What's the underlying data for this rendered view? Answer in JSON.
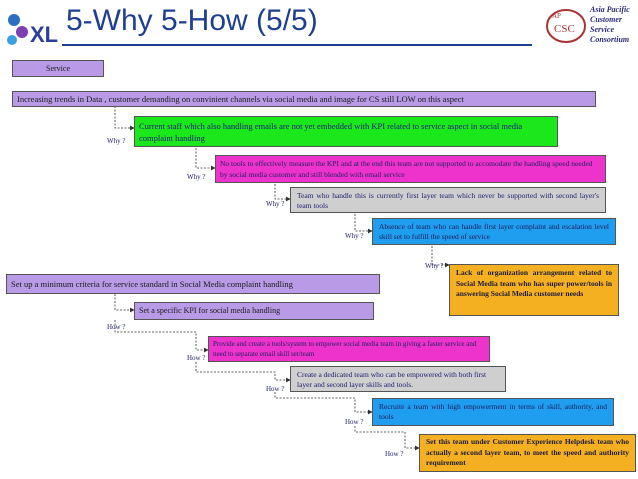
{
  "header": {
    "title": "5-Why 5-How (5/5)",
    "logo_right": {
      "small": "AP",
      "main": "CSC",
      "lines": [
        "Asia Pacific",
        "Customer",
        "Service",
        "Consortium"
      ]
    }
  },
  "service_label": "Service",
  "problem": "Increasing trends in Data , customer demanding on convinient channels via social media and image for CS still LOW on this aspect",
  "why_steps": [
    {
      "question": "Why ?",
      "answer": "Current staff which also handling emails are not yet embedded with KPI related to service aspect in social media complaint handling"
    },
    {
      "question": "Why ?",
      "answer": "No tools to effectively measure the KPI and at the end this team are not supported to accomodate the handling speed needed by social media customer and still blended with email service"
    },
    {
      "question": "Why ?",
      "answer": "Team who handle this is currently first layer team which never be supported with second layer's team tools"
    },
    {
      "question": "Why ?",
      "answer": "Absence of team who can handle first layer complaint and escalation level skill set to fulfill the speed of service"
    },
    {
      "question": "Why ?",
      "answer": "Lack of organization arrangement related to Social Media team who has super power/tools in answering Social Media customer needs"
    }
  ],
  "objective": "Set up a minimum criteria for service standard  in Social Media complaint handling",
  "first_how": "Set a specific KPI for social media handling",
  "how_steps": [
    {
      "question": "How ?",
      "answer": "Provide and create a tools/system to empower social media team in giving a faster service and need to separate email skill set/team"
    },
    {
      "question": "How ?",
      "answer": "Create a dedicated team who can be empowered with both first layer and second layer skills and tools."
    },
    {
      "question": "How ?",
      "answer": "Recruite a team with high empowerment in terms of skill, authority, and tools"
    },
    {
      "question": "How ?",
      "answer": "Set this team under Customer Experience Helpdesk team who actually a second layer team, to meet the speed and authority requirement"
    }
  ],
  "how_first_question": "How ?",
  "colors": {
    "title": "#1f3f91",
    "purple": "#b89ae6",
    "green": "#1be81b",
    "pink": "#ee33cc",
    "gray": "#cfcfcf",
    "blue": "#1f9ef0",
    "orange": "#f5b021"
  }
}
